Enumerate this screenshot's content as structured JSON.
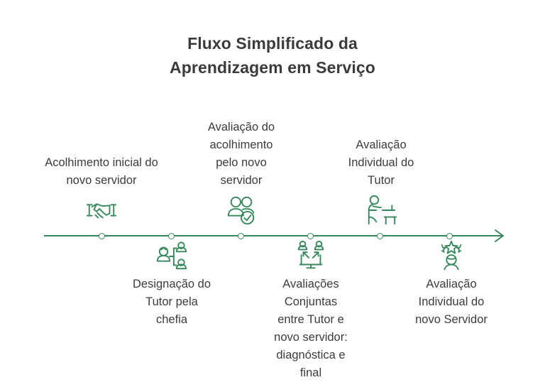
{
  "title": {
    "line1": "Fluxo Simplificado da",
    "line2": "Aprendizagem em Serviço"
  },
  "colors": {
    "accent_green": "#37895b",
    "text": "#3c3c3c",
    "background": "#ffffff"
  },
  "timeline": {
    "node_count": 6,
    "arrow_direction": "right",
    "steps": [
      {
        "index": 1,
        "position": "above",
        "label": "Acolhimento inicial do\nnovo servidor",
        "icon": "handshake-icon"
      },
      {
        "index": 2,
        "position": "below",
        "label": "Designação do\nTutor pela\nchefia",
        "icon": "org-chart-people-icon"
      },
      {
        "index": 3,
        "position": "above",
        "label": "Avaliação do\nacolhimento\npelo novo\nservidor",
        "icon": "two-people-check-icon"
      },
      {
        "index": 4,
        "position": "below",
        "label": "Avaliações\nConjuntas\nentre Tutor e\nnovo servidor:\ndiagnóstica e\nfinal",
        "icon": "monitor-two-people-arrows-icon"
      },
      {
        "index": 5,
        "position": "above",
        "label": "Avaliação\nIndividual do\nTutor",
        "icon": "person-at-desk-icon"
      },
      {
        "index": 6,
        "position": "below",
        "label": "Avaliação\nIndividual do\nnovo Servidor",
        "icon": "person-three-stars-icon"
      }
    ]
  }
}
